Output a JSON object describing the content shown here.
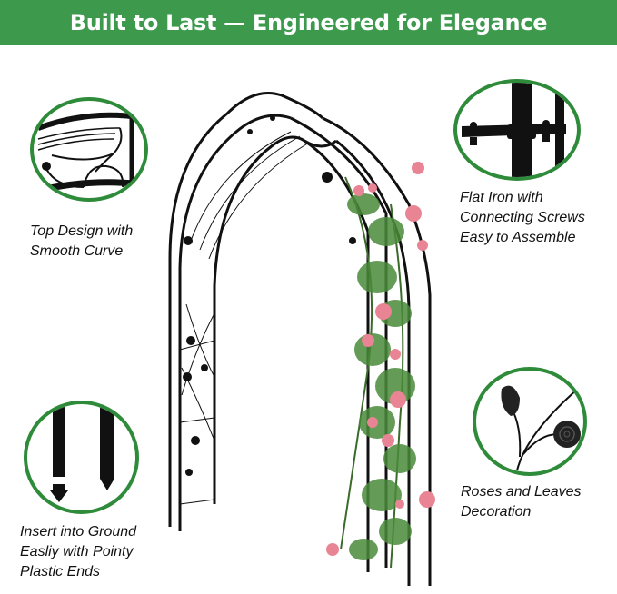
{
  "banner": {
    "title": "Built to Last — Engineered for Elegance",
    "color": "#3d9a4d"
  },
  "features": [
    {
      "id": "top-design",
      "icon": "curved-top-detail-icon",
      "lines": [
        "Top Design with",
        "Smooth Curve"
      ]
    },
    {
      "id": "flat-iron",
      "icon": "screw-joint-detail-icon",
      "lines": [
        "Flat Iron with",
        "Connecting Screws",
        "Easy to Assemble"
      ]
    },
    {
      "id": "ground-insert",
      "icon": "pointy-ends-detail-icon",
      "lines": [
        "Insert into Ground",
        "Easliy with Pointy",
        "Plastic Ends"
      ]
    },
    {
      "id": "roses-leaves",
      "icon": "rose-leaf-detail-icon",
      "lines": [
        "Roses and Leaves",
        "Decoration"
      ]
    }
  ],
  "product": {
    "name": "garden-arch-with-climbing-roses",
    "circle_color": "#2e8b3a"
  }
}
